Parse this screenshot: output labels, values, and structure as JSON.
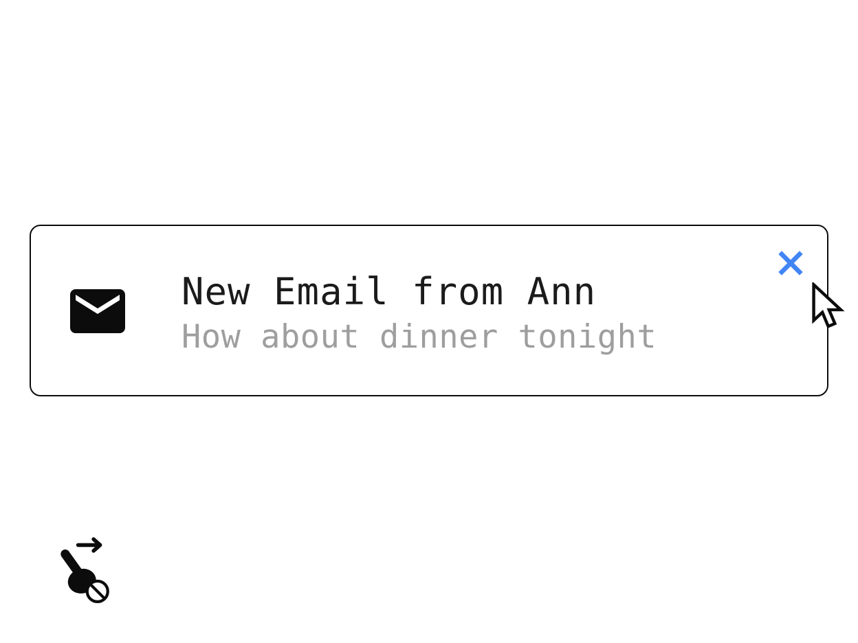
{
  "notification": {
    "title": "New Email from Ann",
    "subtitle": "How about dinner tonight",
    "icons": {
      "leading": "email-envelope",
      "close": "x-mark"
    }
  },
  "overlays": {
    "cursor_icon": "arrow-pointer",
    "gesture_icon": "swipe-right-blocked"
  },
  "colors": {
    "accent": "#4285F4",
    "title_text": "#1b1b1b",
    "subtitle_text": "#9e9e9e",
    "outline": "#0c0c0c",
    "bg": "#ffffff"
  }
}
